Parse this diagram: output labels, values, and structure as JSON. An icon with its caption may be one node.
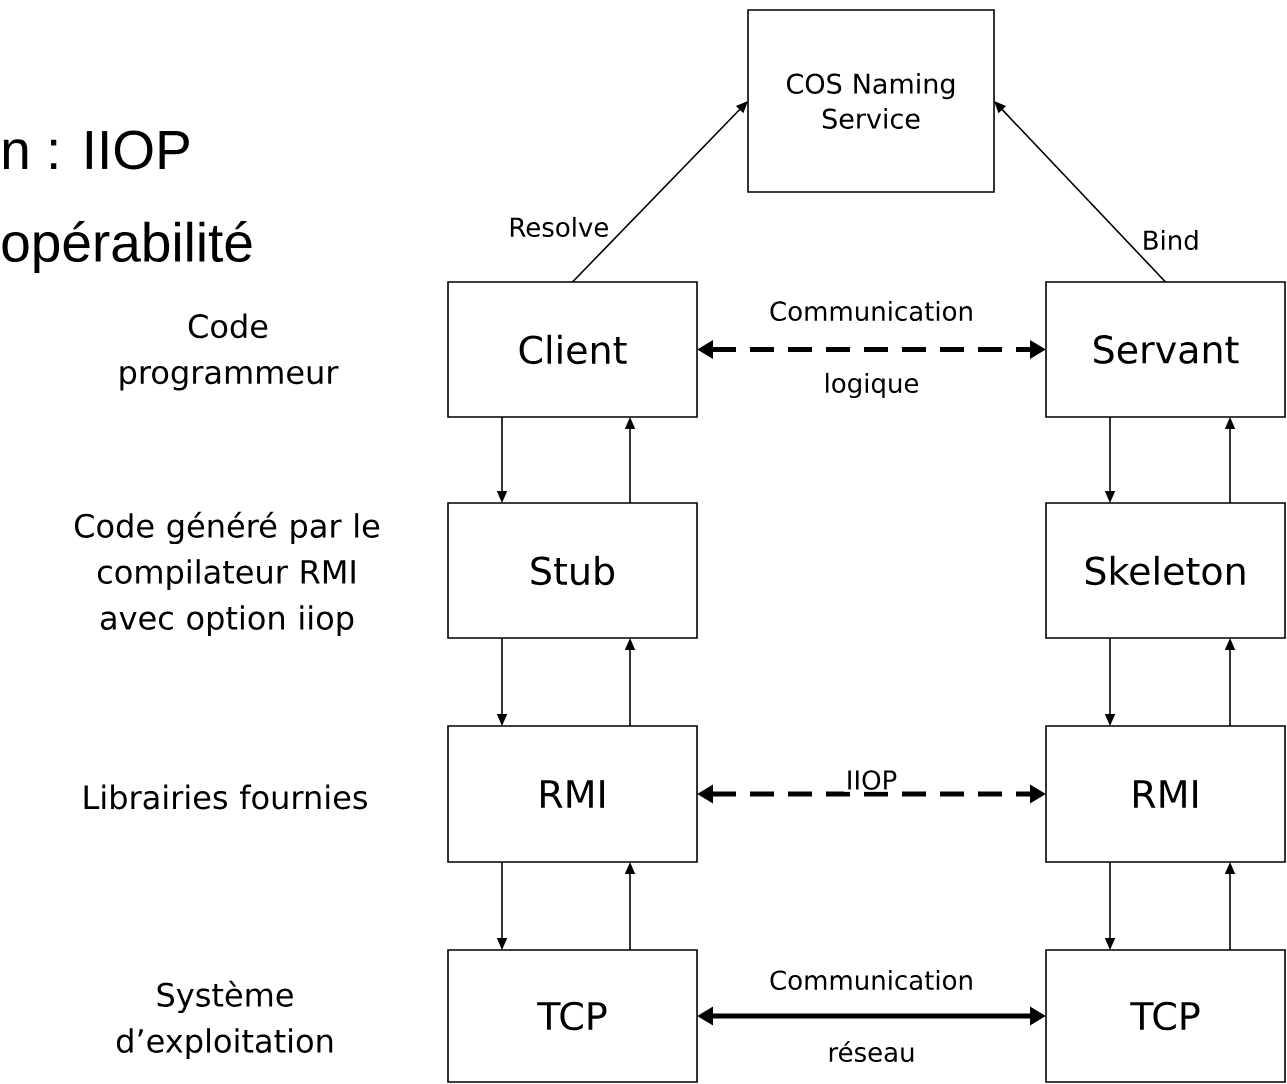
{
  "diagram": {
    "nodes": [
      {
        "text": [
          "COS Naming Service"
        ]
      },
      {
        "text": [
          "Client"
        ]
      },
      {
        "text": [
          "Servant"
        ]
      },
      {
        "text": [
          "Stub"
        ]
      },
      {
        "text": [
          "Skeleton"
        ]
      },
      {
        "text": [
          "RMI"
        ]
      },
      {
        "text": [
          "RMI"
        ]
      },
      {
        "text": [
          "TCP"
        ]
      },
      {
        "text": [
          "TCP"
        ]
      }
    ],
    "edges": [
      {
        "from": 1,
        "to": 0,
        "arrow": "to",
        "label": "Resolve"
      },
      {
        "from": 2,
        "to": 0,
        "arrow": "to",
        "label": "Bind"
      },
      {
        "from": 1,
        "to": 2,
        "arrow": "both",
        "style": "dashed",
        "label": "Communication logique"
      },
      {
        "from": 1,
        "to": 3,
        "arrow": "to"
      },
      {
        "from": 3,
        "to": 1,
        "arrow": "to"
      },
      {
        "from": 2,
        "to": 4,
        "arrow": "to"
      },
      {
        "from": 4,
        "to": 2,
        "arrow": "to"
      },
      {
        "from": 3,
        "to": 5,
        "arrow": "to"
      },
      {
        "from": 5,
        "to": 3,
        "arrow": "to"
      },
      {
        "from": 4,
        "to": 6,
        "arrow": "to"
      },
      {
        "from": 6,
        "to": 4,
        "arrow": "to"
      },
      {
        "from": 5,
        "to": 6,
        "arrow": "both",
        "style": "dashed",
        "label": "IIOP"
      },
      {
        "from": 5,
        "to": 7,
        "arrow": "to"
      },
      {
        "from": 7,
        "to": 5,
        "arrow": "to"
      },
      {
        "from": 6,
        "to": 8,
        "arrow": "to"
      },
      {
        "from": 8,
        "to": 6,
        "arrow": "to"
      },
      {
        "from": 7,
        "to": 8,
        "arrow": "both",
        "style": "thick",
        "label": "Communication réseau"
      }
    ],
    "labels": [
      "n : IIOP",
      "opérabilité",
      "Code programmeur",
      "Code généré par le compilateur RMI avec option iiop",
      "Librairies fournies",
      "Système d’exploitation"
    ]
  }
}
